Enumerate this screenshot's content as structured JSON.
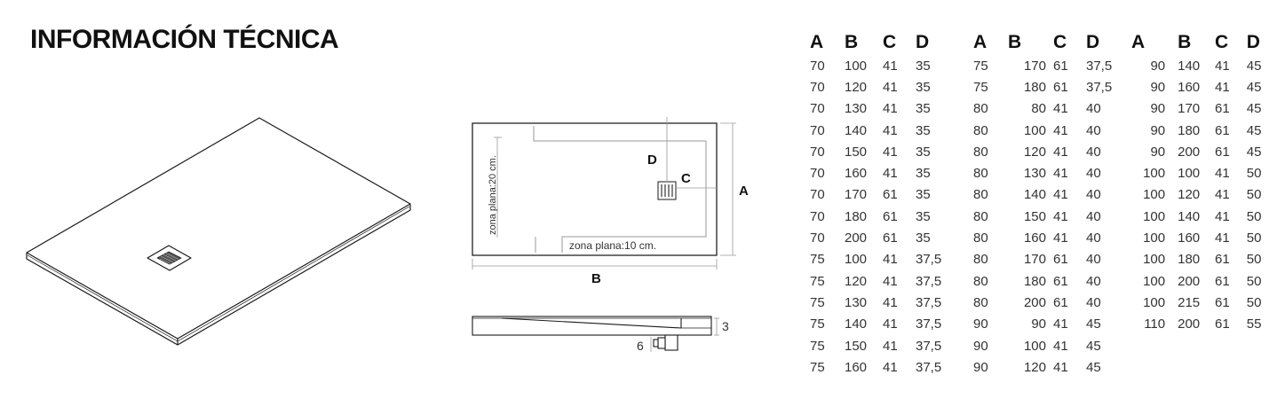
{
  "title": "INFORMACIÓN TÉCNICA",
  "diagram": {
    "label_zona_plana_side": "zona plana:20 cm.",
    "label_zona_plana_bottom": "zona plana:10 cm.",
    "label_a": "A",
    "label_b": "B",
    "label_c": "C",
    "label_d": "D",
    "label_3": "3",
    "label_6": "6"
  },
  "tables": [
    {
      "headers": [
        "A",
        "B",
        "C",
        "D"
      ],
      "rows": [
        [
          "70",
          "100",
          "41",
          "35"
        ],
        [
          "70",
          "120",
          "41",
          "35"
        ],
        [
          "70",
          "130",
          "41",
          "35"
        ],
        [
          "70",
          "140",
          "41",
          "35"
        ],
        [
          "70",
          "150",
          "41",
          "35"
        ],
        [
          "70",
          "160",
          "41",
          "35"
        ],
        [
          "70",
          "170",
          "61",
          "35"
        ],
        [
          "70",
          "180",
          "61",
          "35"
        ],
        [
          "70",
          "200",
          "61",
          "35"
        ],
        [
          "75",
          "100",
          "41",
          "37,5"
        ],
        [
          "75",
          "120",
          "41",
          "37,5"
        ],
        [
          "75",
          "130",
          "41",
          "37,5"
        ],
        [
          "75",
          "140",
          "41",
          "37,5"
        ],
        [
          "75",
          "150",
          "41",
          "37,5"
        ],
        [
          "75",
          "160",
          "41",
          "37,5"
        ]
      ]
    },
    {
      "headers": [
        "A",
        "B",
        "C",
        "D"
      ],
      "rows": [
        [
          "75",
          "170",
          "61",
          "37,5"
        ],
        [
          "75",
          "180",
          "61",
          "37,5"
        ],
        [
          "80",
          "80",
          "41",
          "40"
        ],
        [
          "80",
          "100",
          "41",
          "40"
        ],
        [
          "80",
          "120",
          "41",
          "40"
        ],
        [
          "80",
          "130",
          "41",
          "40"
        ],
        [
          "80",
          "140",
          "41",
          "40"
        ],
        [
          "80",
          "150",
          "41",
          "40"
        ],
        [
          "80",
          "160",
          "41",
          "40"
        ],
        [
          "80",
          "170",
          "61",
          "40"
        ],
        [
          "80",
          "180",
          "61",
          "40"
        ],
        [
          "80",
          "200",
          "61",
          "40"
        ],
        [
          "90",
          "90",
          "41",
          "45"
        ],
        [
          "90",
          "100",
          "41",
          "45"
        ],
        [
          "90",
          "120",
          "41",
          "45"
        ]
      ]
    },
    {
      "headers": [
        "A",
        "B",
        "C",
        "D"
      ],
      "rows": [
        [
          "90",
          "140",
          "41",
          "45"
        ],
        [
          "90",
          "160",
          "41",
          "45"
        ],
        [
          "90",
          "170",
          "61",
          "45"
        ],
        [
          "90",
          "180",
          "61",
          "45"
        ],
        [
          "90",
          "200",
          "61",
          "45"
        ],
        [
          "100",
          "100",
          "41",
          "50"
        ],
        [
          "100",
          "120",
          "41",
          "50"
        ],
        [
          "100",
          "140",
          "41",
          "50"
        ],
        [
          "100",
          "160",
          "41",
          "50"
        ],
        [
          "100",
          "180",
          "61",
          "50"
        ],
        [
          "100",
          "200",
          "61",
          "50"
        ],
        [
          "100",
          "215",
          "61",
          "50"
        ],
        [
          "110",
          "200",
          "61",
          "55"
        ]
      ]
    }
  ]
}
